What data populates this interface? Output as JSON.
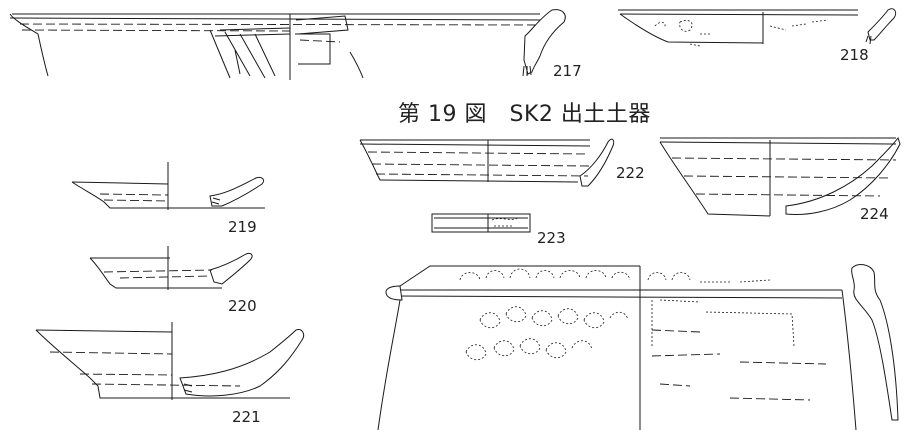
{
  "caption": "第 19 図　SK2 出土土器",
  "figures": [
    {
      "number": "217"
    },
    {
      "number": "218"
    },
    {
      "number": "219"
    },
    {
      "number": "220"
    },
    {
      "number": "221"
    },
    {
      "number": "222"
    },
    {
      "number": "223"
    },
    {
      "number": "224"
    }
  ]
}
